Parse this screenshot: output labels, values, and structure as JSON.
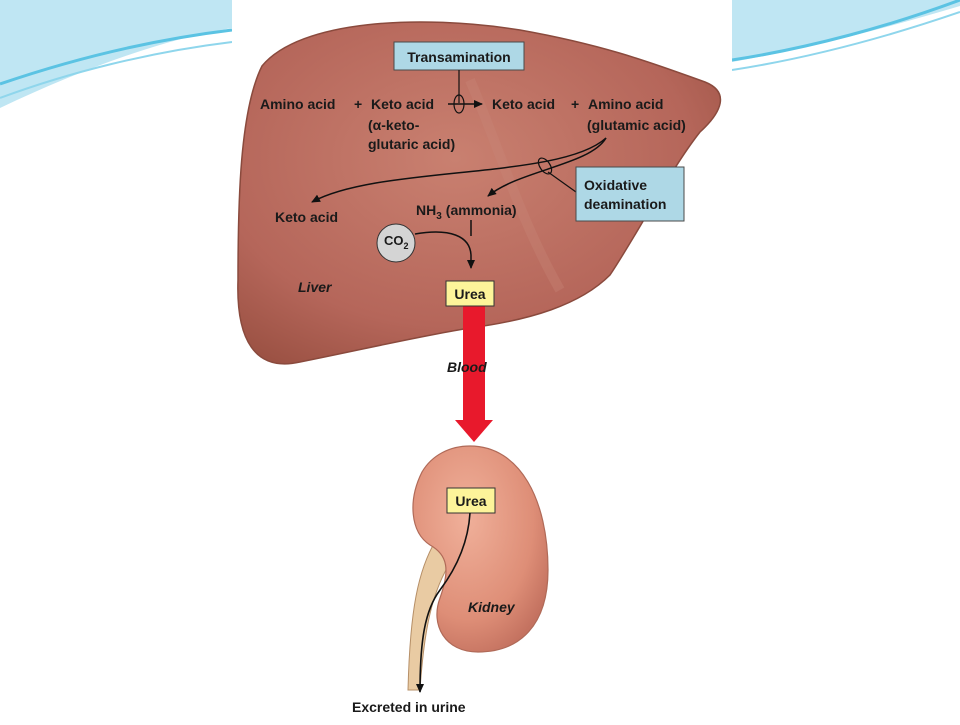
{
  "colors": {
    "liver": "#b8695a",
    "liver_edge": "#7e3e32",
    "kidney": "#e0927a",
    "ureter": "#eac9a0",
    "box_blue": "#aed8e6",
    "box_yellow": "#fdf49a",
    "blood_arrow": "#e8192c",
    "co2_circle": "#d4d4d4",
    "swoosh": "#5bc3e3"
  },
  "diagram": {
    "transamination_label": "Transamination",
    "reaction": {
      "reactant_1": "Amino acid",
      "plus_1": "+",
      "reactant_2": "Keto acid",
      "reactant_2_note_line1": "(α-keto-",
      "reactant_2_note_line2": "glutaric acid)",
      "product_1": "Keto acid",
      "plus_2": "+",
      "product_2": "Amino acid",
      "product_2_note": "(glutamic acid)"
    },
    "oxidative_deamination_line1": "Oxidative",
    "oxidative_deamination_line2": "deamination",
    "keto_acid_output": "Keto acid",
    "ammonia": {
      "formula": "NH",
      "subscript": "3",
      "name": "(ammonia)"
    },
    "co2": {
      "formula": "CO",
      "subscript": "2"
    },
    "liver_label": "Liver",
    "urea_liver": "Urea",
    "blood_label": "Blood",
    "urea_kidney": "Urea",
    "kidney_label": "Kidney",
    "excreted_label": "Excreted in urine"
  }
}
